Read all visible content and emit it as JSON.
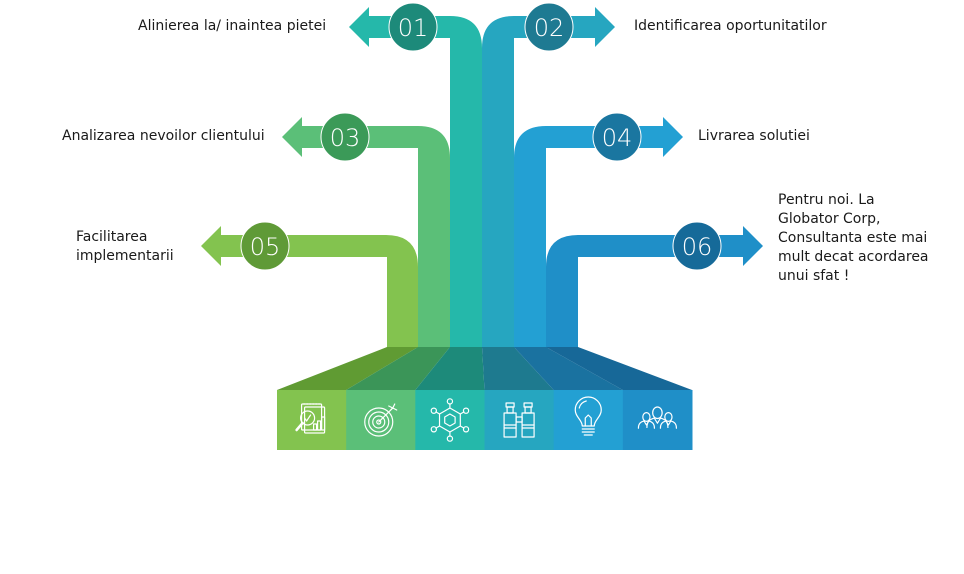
{
  "steps": [
    {
      "number": "01",
      "label": "Alinierea la/ inaintea pietei",
      "direction": "left",
      "band_color": "#25b8aa",
      "circle_color": "#1d8a7a"
    },
    {
      "number": "02",
      "label": "Identificarea oportunitatilor",
      "direction": "right",
      "band_color": "#26a6c0",
      "circle_color": "#1e7a92"
    },
    {
      "number": "03",
      "label": "Analizarea nevoilor clientului",
      "direction": "left",
      "band_color": "#5bbf78",
      "circle_color": "#3b9a58"
    },
    {
      "number": "04",
      "label": "Livrarea solutiei",
      "direction": "right",
      "band_color": "#23a0d3",
      "circle_color": "#1a76a0"
    },
    {
      "number": "05",
      "label": "Facilitarea implementarii",
      "label_lines": [
        "Facilitarea",
        "implementarii"
      ],
      "direction": "left",
      "band_color": "#83c34f",
      "circle_color": "#5f9a37"
    },
    {
      "number": "06",
      "label": "Pentru noi. La Globator Corp, Consultanta este mai mult decat acordarea unui sfat !",
      "label_lines": [
        "Pentru noi. La",
        "Globator Corp,",
        "Consultanta este mai",
        "mult decat acordarea",
        "unui sfat !"
      ],
      "direction": "right",
      "band_color": "#1f8fc8",
      "circle_color": "#166a99"
    }
  ],
  "base_cells": [
    {
      "icon": "analytics-report-icon",
      "color": "#83c34f",
      "top_color": "#609b33"
    },
    {
      "icon": "target-arrow-icon",
      "color": "#5bbf78",
      "top_color": "#3b9558"
    },
    {
      "icon": "hexagon-network-icon",
      "color": "#25b8aa",
      "top_color": "#1d8a7a"
    },
    {
      "icon": "binoculars-icon",
      "color": "#26a6c0",
      "top_color": "#1e7a8f"
    },
    {
      "icon": "lightbulb-icon",
      "color": "#23a0d3",
      "top_color": "#1a72a0"
    },
    {
      "icon": "team-people-icon",
      "color": "#1f8fc8",
      "top_color": "#176898"
    }
  ]
}
